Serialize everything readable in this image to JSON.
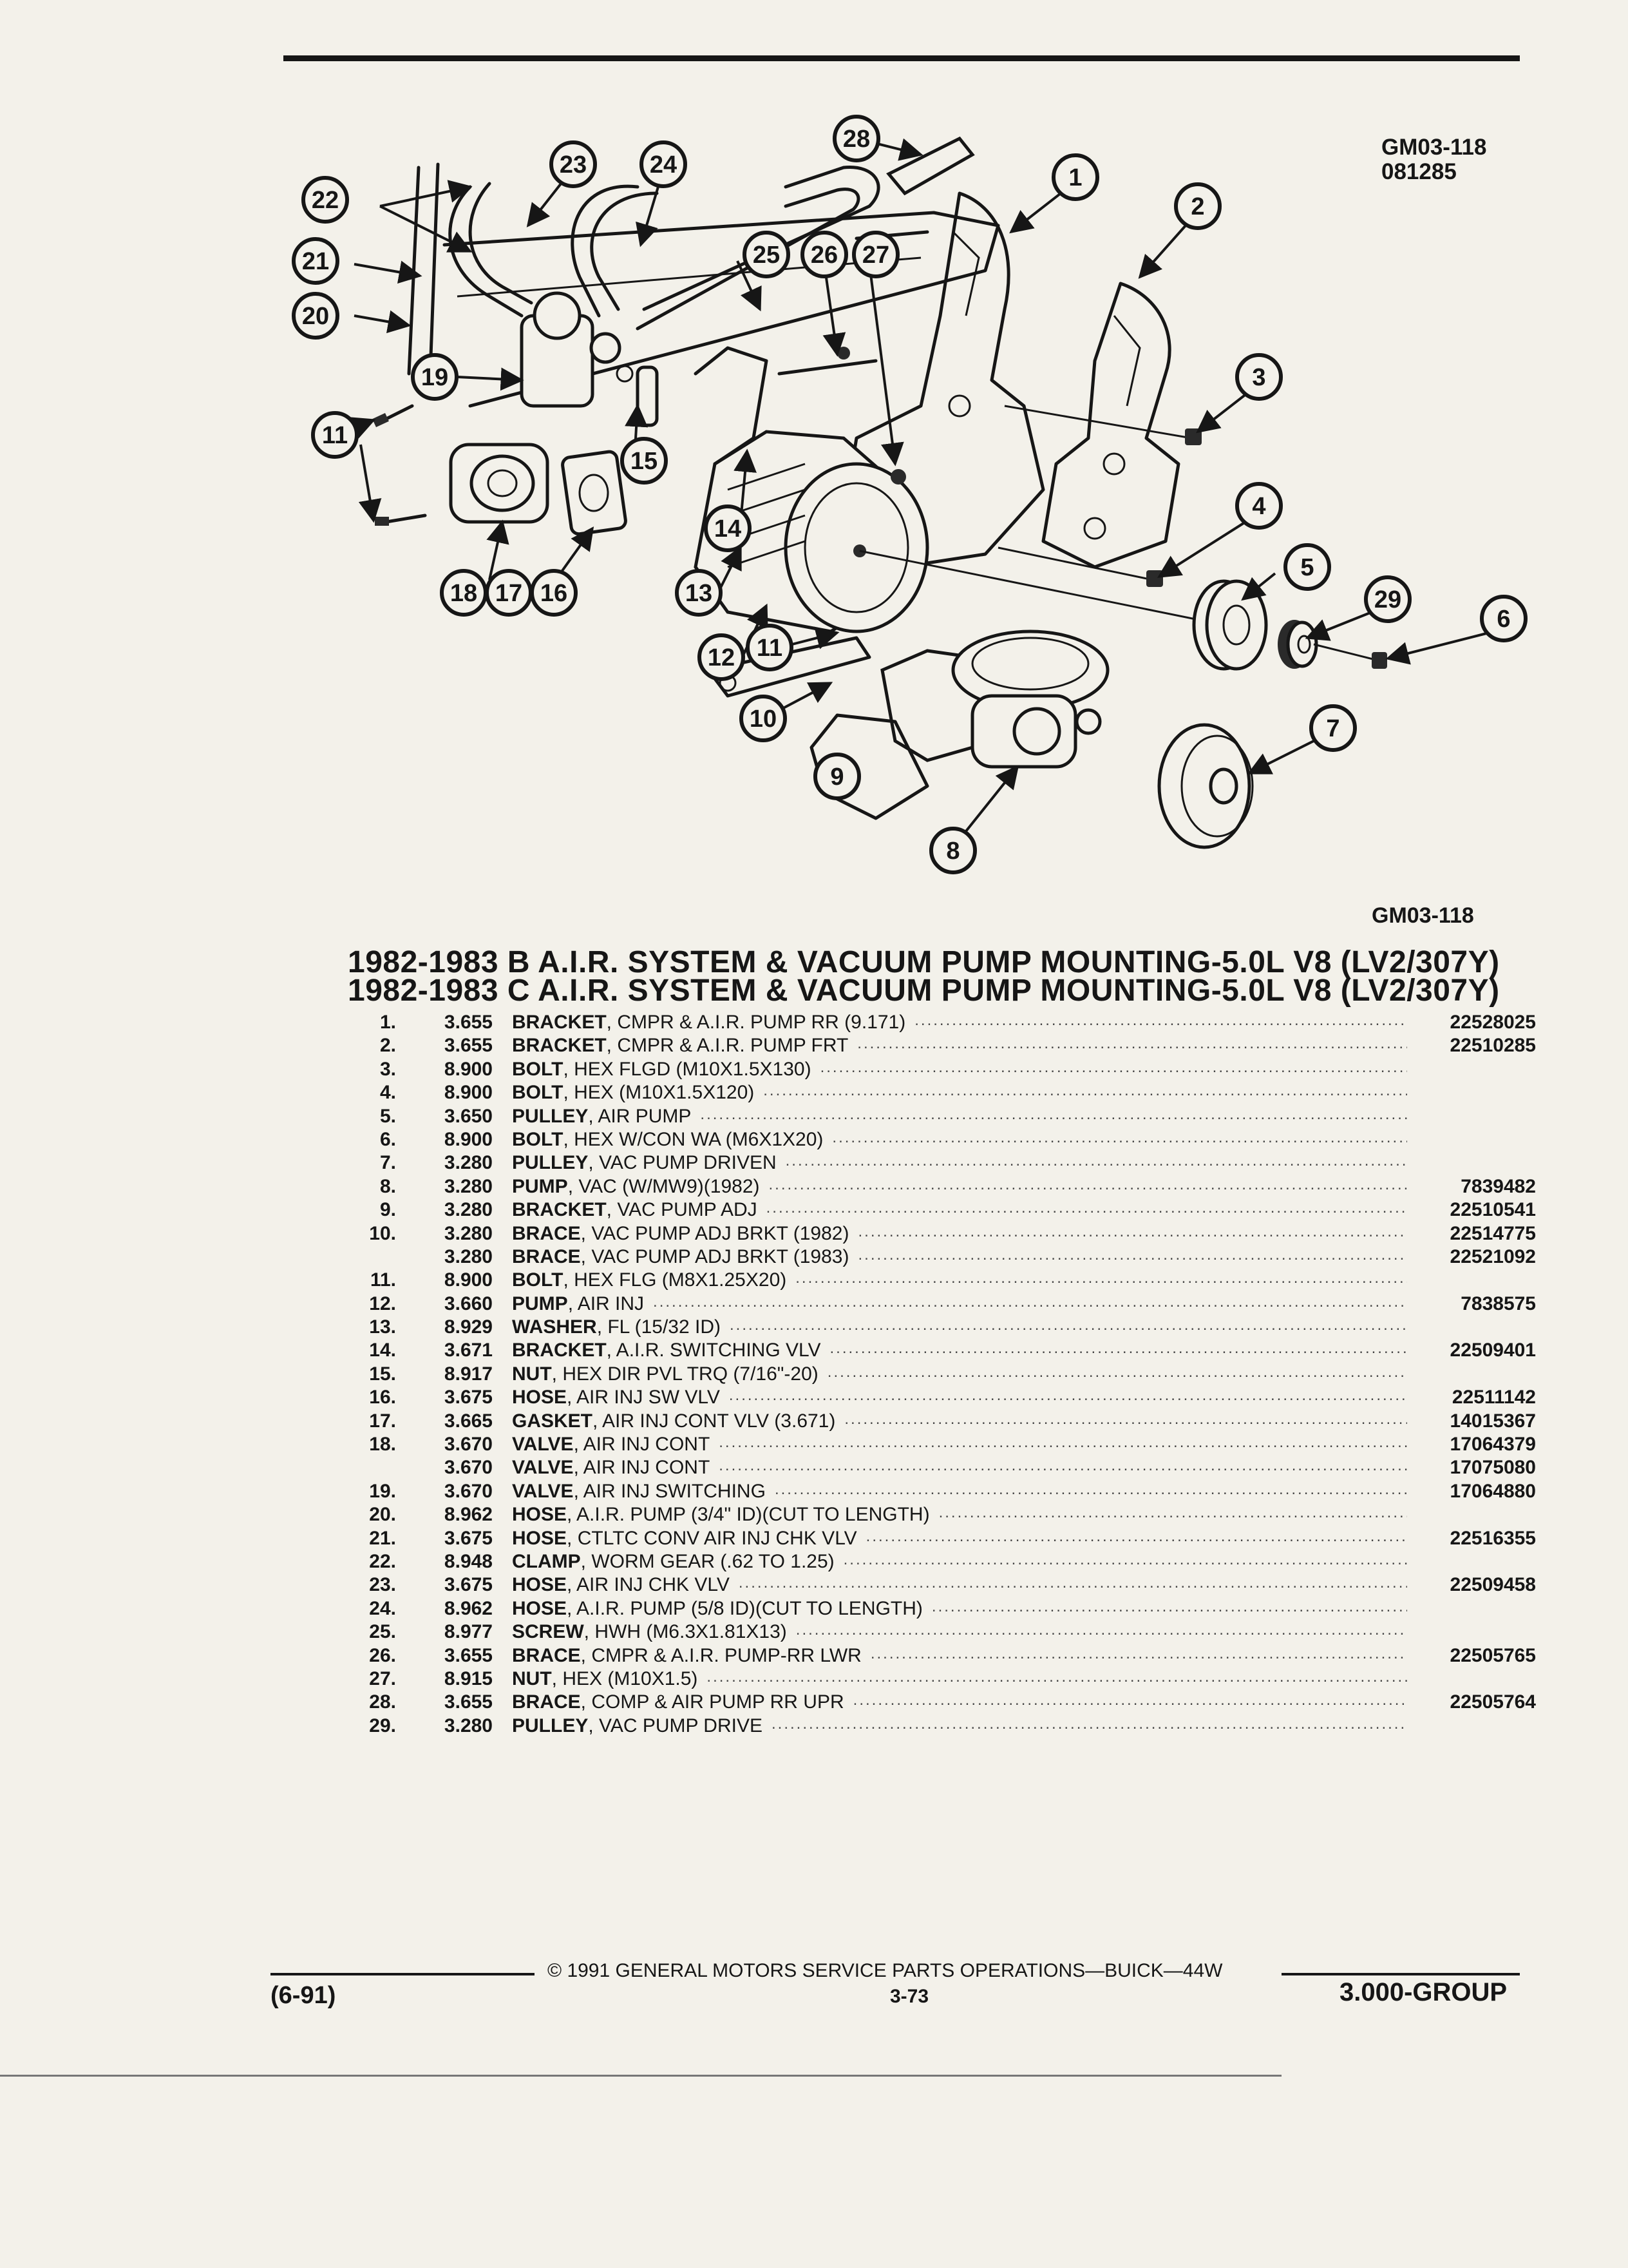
{
  "figure": {
    "id_line1": "GM03-118",
    "id_line2": "081285",
    "caption": "GM03-118",
    "callouts": [
      "1",
      "2",
      "3",
      "4",
      "5",
      "6",
      "7",
      "8",
      "9",
      "10",
      "11",
      "11",
      "12",
      "13",
      "14",
      "15",
      "16",
      "17",
      "18",
      "19",
      "20",
      "21",
      "22",
      "23",
      "24",
      "25",
      "26",
      "27",
      "28",
      "29"
    ]
  },
  "titles": [
    "1982-1983 B A.I.R. SYSTEM & VACUUM PUMP MOUNTING-5.0L V8 (LV2/307Y)",
    "1982-1983 C A.I.R. SYSTEM & VACUUM PUMP MOUNTING-5.0L V8 (LV2/307Y)"
  ],
  "parts": [
    {
      "num": "1.",
      "group": "3.655",
      "name": "BRACKET",
      "desc": ", CMPR & A.I.R. PUMP RR (9.171)",
      "part": "22528025"
    },
    {
      "num": "2.",
      "group": "3.655",
      "name": "BRACKET",
      "desc": ", CMPR & A.I.R. PUMP FRT",
      "part": "22510285"
    },
    {
      "num": "3.",
      "group": "8.900",
      "name": "BOLT",
      "desc": ", HEX FLGD (M10X1.5X130)",
      "part": ""
    },
    {
      "num": "4.",
      "group": "8.900",
      "name": "BOLT",
      "desc": ", HEX (M10X1.5X120)",
      "part": ""
    },
    {
      "num": "5.",
      "group": "3.650",
      "name": "PULLEY",
      "desc": ", AIR PUMP",
      "part": ""
    },
    {
      "num": "6.",
      "group": "8.900",
      "name": "BOLT",
      "desc": ", HEX W/CON WA (M6X1X20)",
      "part": ""
    },
    {
      "num": "7.",
      "group": "3.280",
      "name": "PULLEY",
      "desc": ", VAC PUMP DRIVEN",
      "part": ""
    },
    {
      "num": "8.",
      "group": "3.280",
      "name": "PUMP",
      "desc": ", VAC (W/MW9)(1982)",
      "part": "7839482"
    },
    {
      "num": "9.",
      "group": "3.280",
      "name": "BRACKET",
      "desc": ", VAC PUMP ADJ",
      "part": "22510541"
    },
    {
      "num": "10.",
      "group": "3.280",
      "name": "BRACE",
      "desc": ", VAC PUMP ADJ BRKT (1982)",
      "part": "22514775"
    },
    {
      "num": "",
      "group": "3.280",
      "name": "BRACE",
      "desc": ", VAC PUMP ADJ BRKT (1983)",
      "part": "22521092"
    },
    {
      "num": "11.",
      "group": "8.900",
      "name": "BOLT",
      "desc": ", HEX FLG (M8X1.25X20)",
      "part": ""
    },
    {
      "num": "12.",
      "group": "3.660",
      "name": "PUMP",
      "desc": ", AIR INJ",
      "part": "7838575"
    },
    {
      "num": "13.",
      "group": "8.929",
      "name": "WASHER",
      "desc": ", FL (15/32 ID)",
      "part": ""
    },
    {
      "num": "14.",
      "group": "3.671",
      "name": "BRACKET",
      "desc": ", A.I.R. SWITCHING VLV",
      "part": "22509401"
    },
    {
      "num": "15.",
      "group": "8.917",
      "name": "NUT",
      "desc": ", HEX DIR PVL TRQ (7/16\"-20)",
      "part": ""
    },
    {
      "num": "16.",
      "group": "3.675",
      "name": "HOSE",
      "desc": ", AIR INJ SW VLV",
      "part": "22511142"
    },
    {
      "num": "17.",
      "group": "3.665",
      "name": "GASKET",
      "desc": ", AIR INJ CONT VLV (3.671)",
      "part": "14015367"
    },
    {
      "num": "18.",
      "group": "3.670",
      "name": "VALVE",
      "desc": ", AIR INJ CONT",
      "part": "17064379"
    },
    {
      "num": "",
      "group": "3.670",
      "name": "VALVE",
      "desc": ", AIR INJ CONT",
      "part": "17075080"
    },
    {
      "num": "19.",
      "group": "3.670",
      "name": "VALVE",
      "desc": ", AIR INJ SWITCHING",
      "part": "17064880"
    },
    {
      "num": "20.",
      "group": "8.962",
      "name": "HOSE",
      "desc": ", A.I.R. PUMP (3/4\" ID)(CUT TO LENGTH)",
      "part": ""
    },
    {
      "num": "21.",
      "group": "3.675",
      "name": "HOSE",
      "desc": ", CTLTC CONV AIR INJ CHK VLV",
      "part": "22516355"
    },
    {
      "num": "22.",
      "group": "8.948",
      "name": "CLAMP",
      "desc": ", WORM GEAR (.62 TO 1.25)",
      "part": ""
    },
    {
      "num": "23.",
      "group": "3.675",
      "name": "HOSE",
      "desc": ", AIR INJ CHK VLV",
      "part": "22509458"
    },
    {
      "num": "24.",
      "group": "8.962",
      "name": "HOSE",
      "desc": ", A.I.R. PUMP (5/8 ID)(CUT TO LENGTH)",
      "part": ""
    },
    {
      "num": "25.",
      "group": "8.977",
      "name": "SCREW",
      "desc": ", HWH (M6.3X1.81X13)",
      "part": ""
    },
    {
      "num": "26.",
      "group": "3.655",
      "name": "BRACE",
      "desc": ", CMPR & A.I.R. PUMP-RR LWR",
      "part": "22505765"
    },
    {
      "num": "27.",
      "group": "8.915",
      "name": "NUT",
      "desc": ", HEX (M10X1.5)",
      "part": ""
    },
    {
      "num": "28.",
      "group": "3.655",
      "name": "BRACE",
      "desc": ", COMP & AIR PUMP RR UPR",
      "part": "22505764"
    },
    {
      "num": "29.",
      "group": "3.280",
      "name": "PULLEY",
      "desc": ", VAC PUMP DRIVE",
      "part": ""
    }
  ],
  "footer": {
    "copyright": "© 1991 GENERAL MOTORS SERVICE PARTS OPERATIONS—BUICK—44W",
    "page": "3-73",
    "revision": "(6-91)",
    "group": "3.000-GROUP"
  }
}
